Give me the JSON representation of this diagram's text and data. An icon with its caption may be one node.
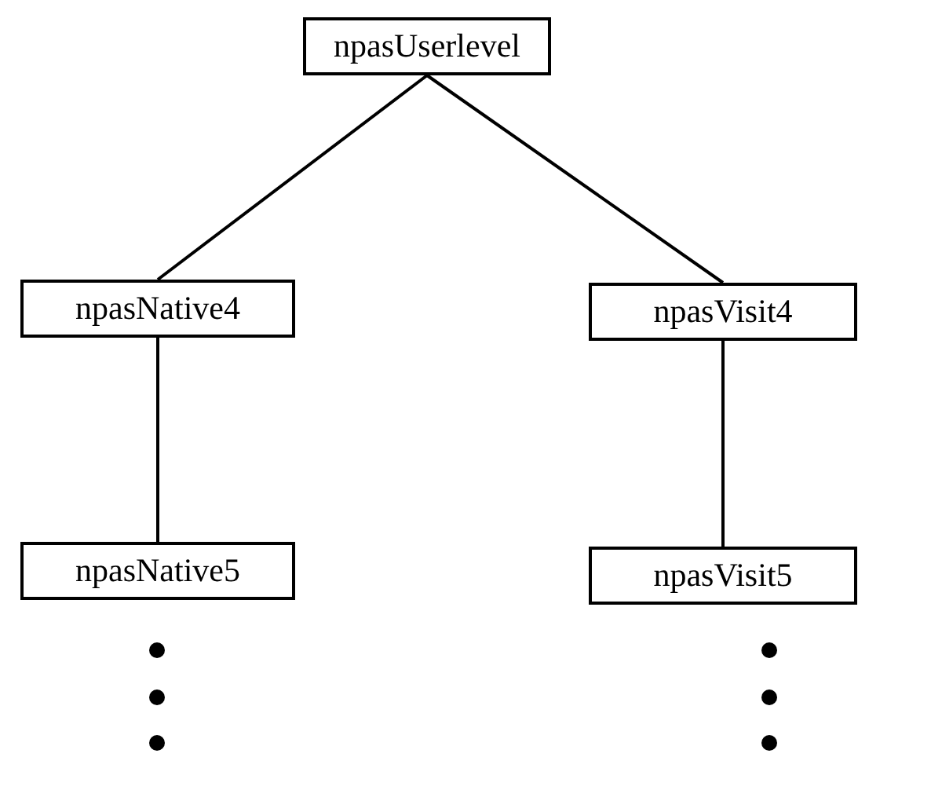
{
  "diagram": {
    "nodes": [
      {
        "text": [
          "npasUserlevel"
        ]
      },
      {
        "text": [
          "npasNative4"
        ]
      },
      {
        "text": [
          "npasVisit4"
        ]
      },
      {
        "text": [
          "npasNative5"
        ]
      },
      {
        "text": [
          "npasVisit5"
        ]
      }
    ],
    "edges": [
      {
        "from": 0,
        "to": 1,
        "arrow": "none"
      },
      {
        "from": 0,
        "to": 2,
        "arrow": "none"
      },
      {
        "from": 1,
        "to": 3,
        "arrow": "none"
      },
      {
        "from": 2,
        "to": 4,
        "arrow": "none"
      }
    ]
  }
}
